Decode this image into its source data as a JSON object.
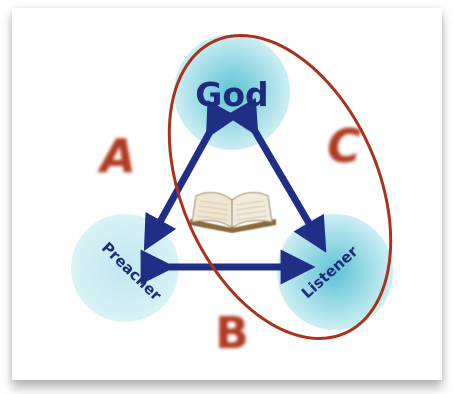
{
  "nodes": {
    "god": {
      "label": "God"
    },
    "preacher": {
      "label": "Preacher"
    },
    "listener": {
      "label": "Listener"
    }
  },
  "relations": {
    "a": {
      "label": "A"
    },
    "b": {
      "label": "B"
    },
    "c": {
      "label": "C"
    }
  },
  "center_image": {
    "icon": "open-bible-icon"
  },
  "colors": {
    "node_fill": "#a8dfe8",
    "node_glow": "#6cc6d6",
    "arrow": "#1f2f86",
    "node_text": "#1f2a7a",
    "letter": "#b03a22",
    "ellipse": "#a8321a"
  }
}
